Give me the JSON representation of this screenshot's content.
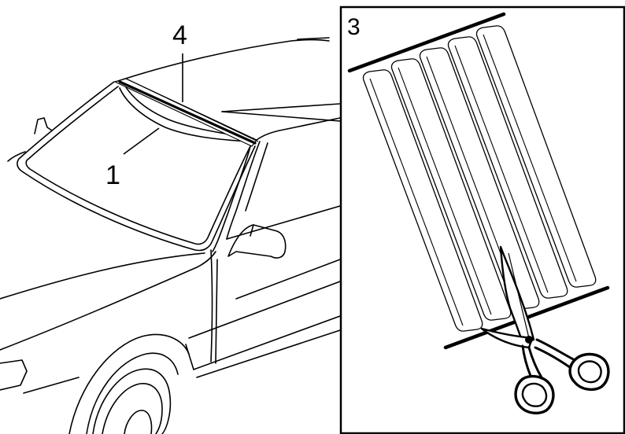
{
  "figure": {
    "callouts": {
      "windscreen": "1",
      "moulding": "4"
    },
    "inset": {
      "label": "3",
      "strip_count": 5
    },
    "colors": {
      "line": "#000000",
      "background": "#ffffff"
    }
  }
}
